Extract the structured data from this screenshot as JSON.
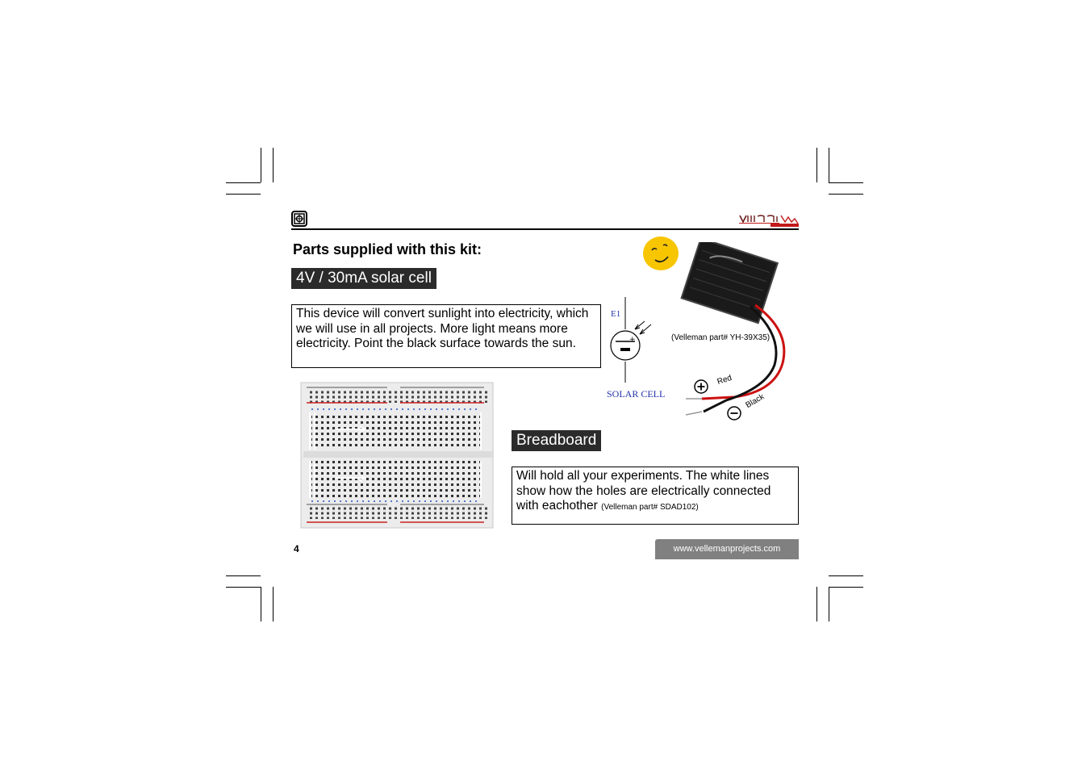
{
  "header": {
    "logo_icon": "kit-logo-icon",
    "brand_logo": "velleman"
  },
  "title": "Parts supplied with this kit:",
  "solar": {
    "label": "4V / 30mA solar cell",
    "description": "This device will convert sunlight into electricity, which we will use in all projects. More light means more electricity. Point the black surface towards the sun.",
    "part_caption": "(Velleman part# YH-39X35)",
    "schematic_ref": "E1",
    "schematic_name": "SOLAR CELL",
    "wire_red": "Red",
    "wire_black": "Black"
  },
  "breadboard": {
    "label": "Breadboard",
    "description": "Will hold all your experiments. The white lines show how the holes are electrically connected with eachother",
    "part_caption": "(Velleman part# SDAD102)"
  },
  "footer": {
    "page_number": "4",
    "url": "www.vellemanprojects.com"
  },
  "colors": {
    "label_bg": "#2b2b2b",
    "url_bar_bg": "#808080",
    "schematic_blue": "#2233aa",
    "smiley_yellow": "#f7c600"
  }
}
